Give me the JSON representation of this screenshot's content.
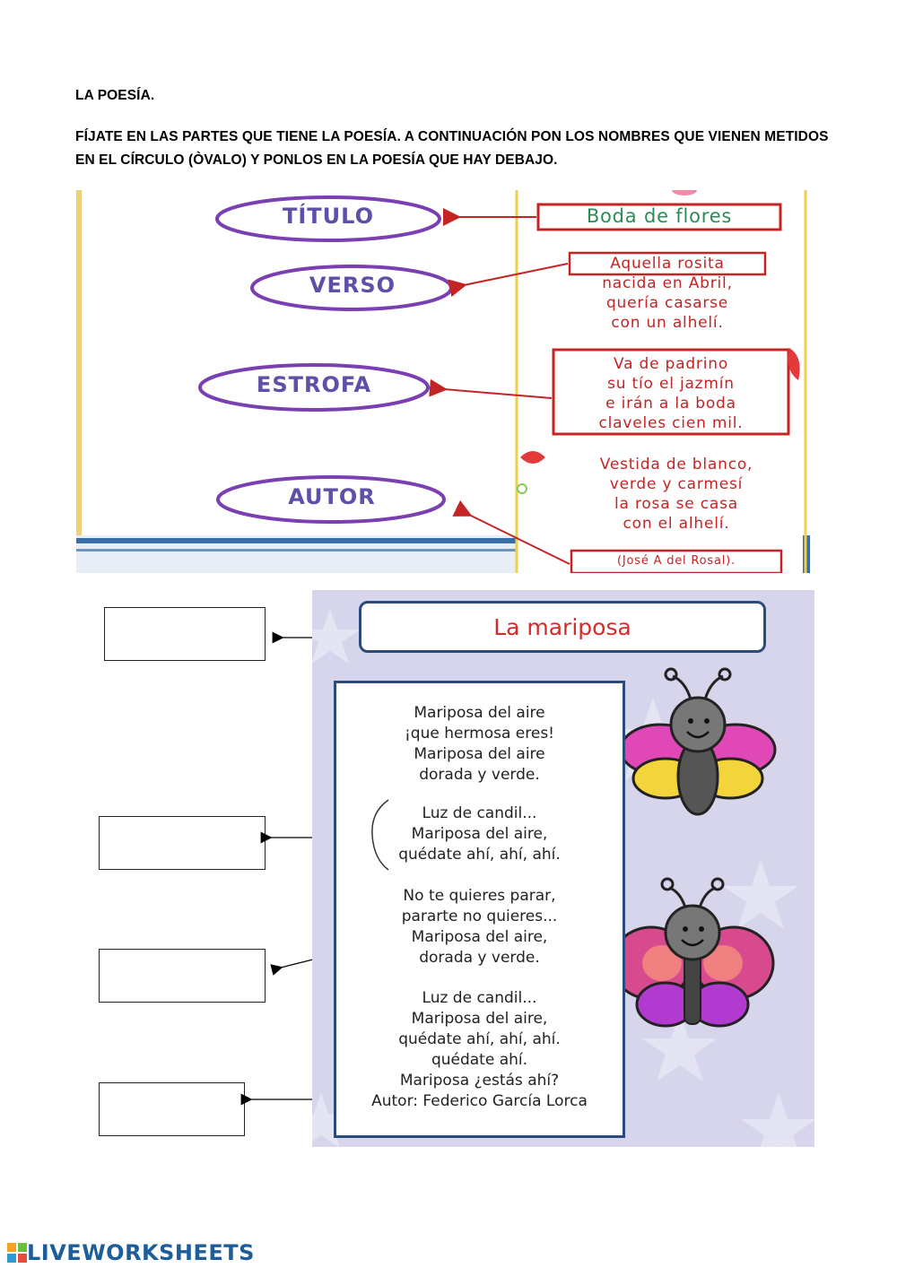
{
  "heading": "LA POESÍA.",
  "instructions": "FÍJATE EN LAS PARTES QUE TIENE LA POESÍA. A CONTINUACIÓN PON LOS  NOMBRES QUE VIENEN METIDOS EN EL CÍRCULO (ÒVALO) Y PONLOS EN LA POESÍA QUE HAY DEBAJO.",
  "example": {
    "labels": [
      "TÍTULO",
      "VERSO",
      "ESTROFA",
      "AUTOR"
    ],
    "poem_title": "Boda de flores",
    "stanza1": "Aquella rosita\nnacida en Abril,\nquería casarse\ncon un alhelí.",
    "stanza2": "Va de padrino\nsu tío el jazmín\ne irán a la boda\nclaveles cien mil.",
    "stanza3": "Vestida de blanco,\nverde y carmesí\nla rosa se casa\ncon el alhelí.",
    "author": "(José A del Rosal)."
  },
  "poem": {
    "title": "La mariposa",
    "stanza1": "Mariposa del aire\n¡que hermosa eres!\nMariposa del aire\ndorada y verde.",
    "stanza2": "Luz de candil...\nMariposa del aire,\nquédate ahí, ahí, ahí.",
    "stanza3": "No te quieres parar,\npararte no quieres...\nMariposa del aire,\ndorada y verde.",
    "stanza4": "Luz de candil...\nMariposa del aire,\nquédate ahí, ahí, ahí.\nquédate ahí.\nMariposa ¿estás ahí?",
    "author": "Autor: Federico García Lorca"
  },
  "answer_boxes": [
    "",
    "",
    "",
    ""
  ],
  "footer": "LIVEWORKSHEETS",
  "colors": {
    "oval": "#7a3fb0",
    "label": "#5e4fa8",
    "red": "#c42424",
    "green": "#2e8b57",
    "panel": "#d6d5ec",
    "border": "#2c4a7a"
  }
}
